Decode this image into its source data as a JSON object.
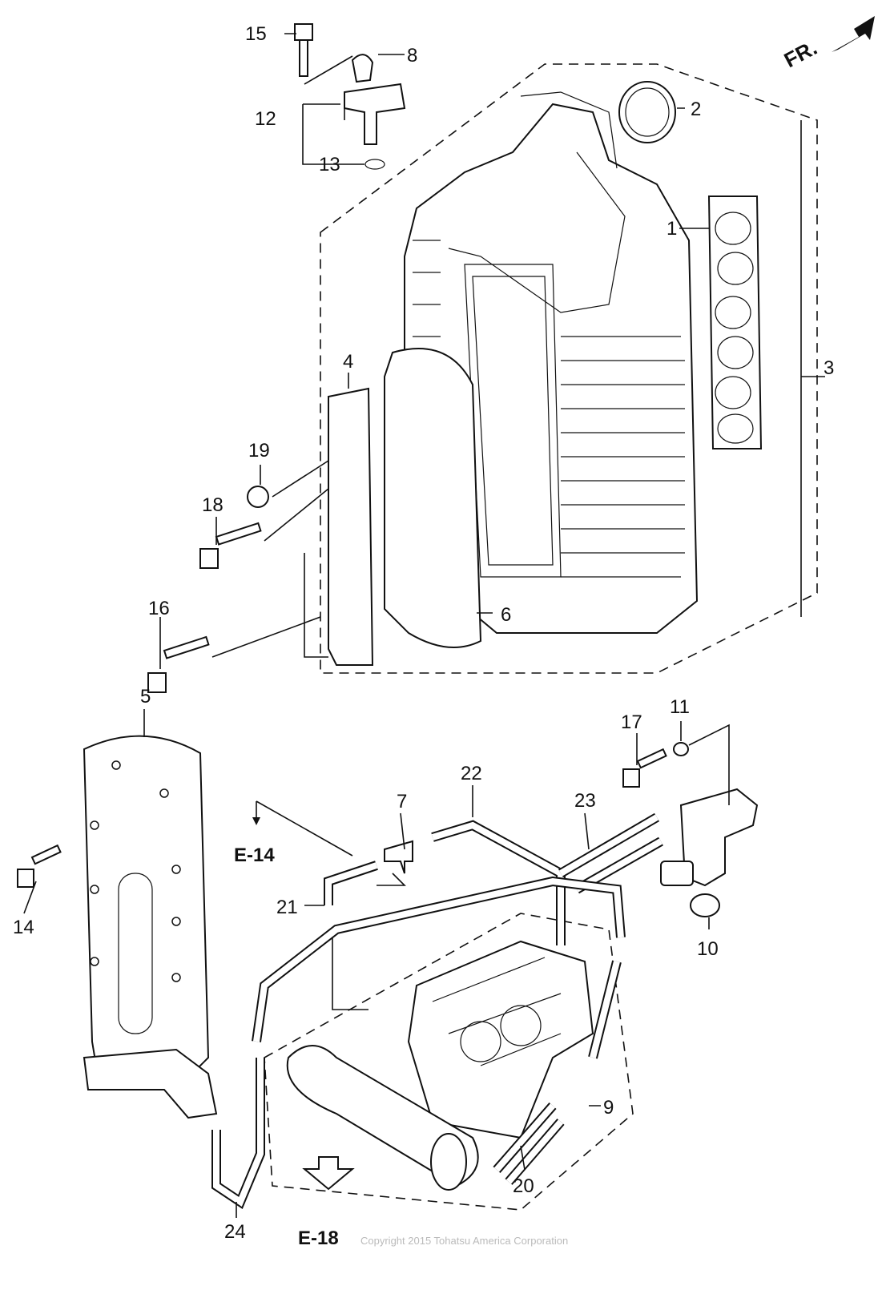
{
  "diagram": {
    "orientation_label": "FR.",
    "callouts": [
      "1",
      "2",
      "3",
      "4",
      "5",
      "6",
      "7",
      "8",
      "9",
      "10",
      "11",
      "12",
      "13",
      "14",
      "15",
      "16",
      "17",
      "18",
      "19",
      "20",
      "21",
      "22",
      "23",
      "24"
    ],
    "references": [
      "E-14",
      "E-18"
    ],
    "copyright": "Copyright 2015 Tohatsu America Corporation"
  }
}
